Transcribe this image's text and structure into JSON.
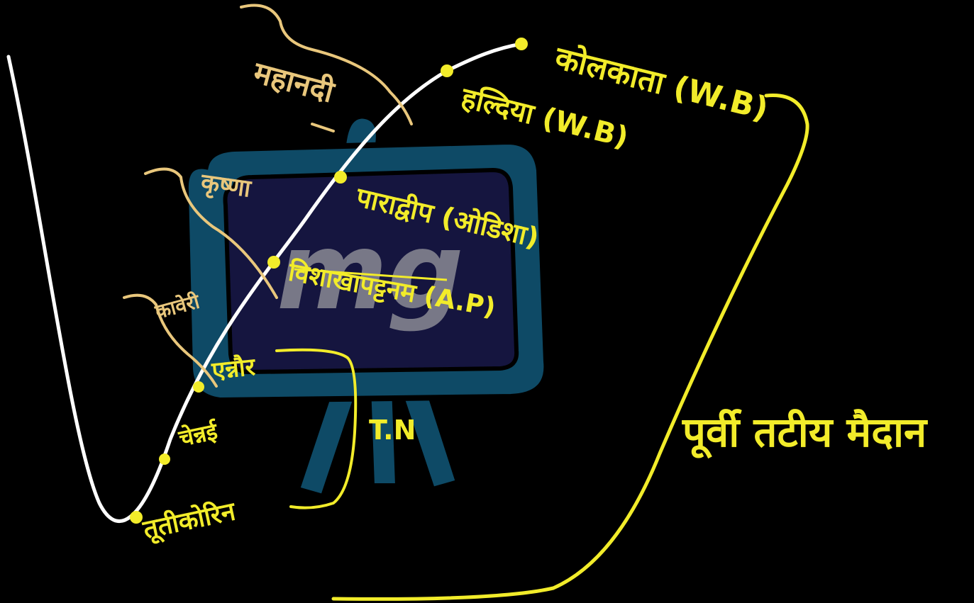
{
  "watermark": {
    "logo_text": "mg"
  },
  "colors": {
    "background": "#000000",
    "curve": "#ffffff",
    "ink_yellow": "#f2ec2a",
    "ink_tan": "#e9c77c",
    "board_frame": "#0e4a66",
    "board_face": "#15153f"
  },
  "points": [
    {
      "label": "कोलकाता (W.B)"
    },
    {
      "label": "हल्दिया (W.B)"
    },
    {
      "label": "पाराद्वीप (ओडिशा)"
    },
    {
      "label": "विशाखापट्टनम (A.P)"
    },
    {
      "label": "एन्नौर"
    },
    {
      "label": "चेन्नई"
    },
    {
      "label": "तूतीकोरिन"
    }
  ],
  "rivers": [
    {
      "label": "महानदी"
    },
    {
      "label": "कृष्णा"
    },
    {
      "label": "कावेरी"
    }
  ],
  "brackets": {
    "tamil_nadu": "T.N",
    "region": "पूर्वी तटीय मैदान"
  }
}
